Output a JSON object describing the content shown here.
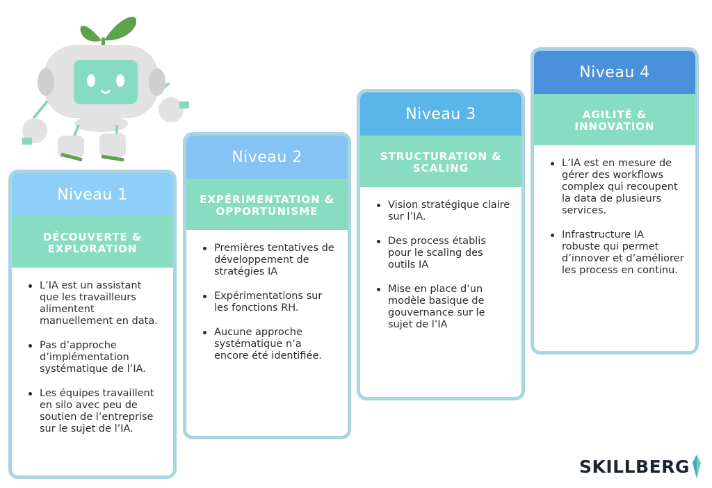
{
  "levels": [
    {
      "level_label": "Niveau 1",
      "theme": "DÉCOUVERTE & EXPLORATION",
      "bullets": [
        "L’IA est un assistant que les travailleurs alimentent manuellement en data.",
        "Pas d’approche d’implémentation systématique de l’IA.",
        " Les équipes travaillent en silo avec peu de soutien de l’entreprise sur le sujet de l’IA."
      ]
    },
    {
      "level_label": "Niveau 2",
      "theme": "EXPÉRIMENTATION & OPPORTUNISME",
      "bullets": [
        "Premières tentatives de développement de stratégies IA",
        "Expérimentations sur les fonctions RH.",
        "Aucune approche systématique n’a encore été identifiée."
      ]
    },
    {
      "level_label": "Niveau 3",
      "theme": "STRUCTURATION & SCALING",
      "bullets": [
        "Vision stratégique claire sur l’IA.",
        "Des process établis pour le scaling des outils IA",
        "Mise en place d’un modèle basique de gouvernance sur le sujet de l’IA"
      ]
    },
    {
      "level_label": "Niveau 4",
      "theme": "AGILITÉ & INNOVATION",
      "bullets": [
        "L’IA est en mesure de gérer des workflows complex qui recoupent la data de plusieurs services.",
        "Infrastructure IA robuste qui permet d’innover et d’améliorer les process en continu."
      ]
    }
  ],
  "brand": {
    "name": "SKILLBERG",
    "logo_icon": "crystal-icon"
  },
  "mascot": {
    "icon": "robot-sprout-icon"
  },
  "colors": {
    "level1": "#8ecff7",
    "level2": "#86c2f3",
    "level3": "#5ab6e8",
    "level4": "#4b90db",
    "theme": "#87dcc2",
    "border": "#a9d5e0"
  }
}
